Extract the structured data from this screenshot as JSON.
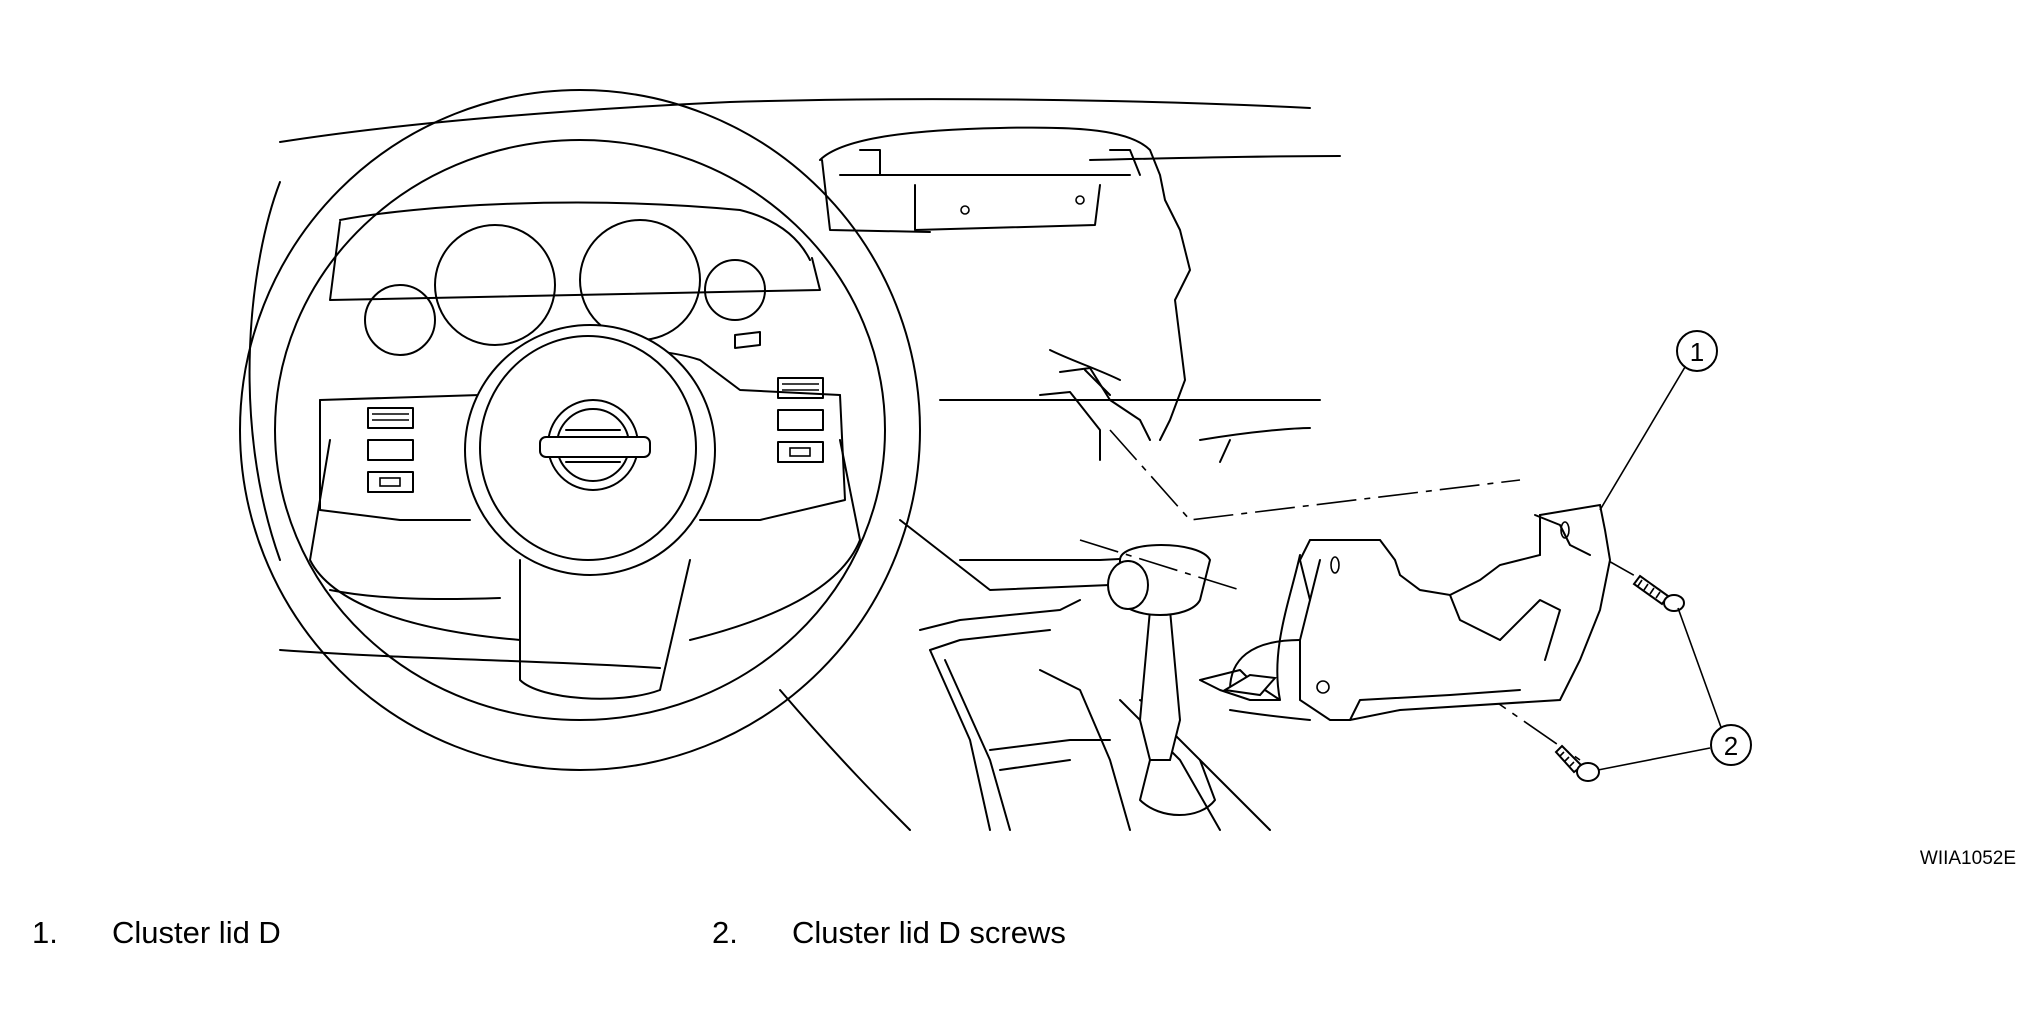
{
  "figure": {
    "id_label": "WIIA1052E",
    "callouts": [
      {
        "number": "1"
      },
      {
        "number": "2"
      }
    ]
  },
  "legend": [
    {
      "number": "1.",
      "text": "Cluster lid D"
    },
    {
      "number": "2.",
      "text": "Cluster lid D screws"
    }
  ]
}
